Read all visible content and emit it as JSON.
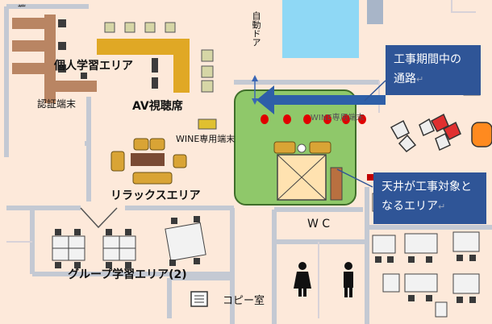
{
  "labels": {
    "personal_study_area": "個人学習エリア",
    "av_room": "AV視聴席",
    "auth_terminal": "認証端末",
    "wine_terminal": "WINE専用端末",
    "relax_area": "リラックスエリア",
    "group_study_area": "グループ学習エリア(2)",
    "wc": "W C",
    "copy_room": "コピー室",
    "auto_door": "自動ドア",
    "partial_top_left": "端",
    "partial_wine": "WINE専用端末"
  },
  "callouts": {
    "passage": {
      "line1": "工事期間中の",
      "line2": "通路",
      "mark": "↵"
    },
    "ceiling": {
      "line1": "天井が工事対象と",
      "line2": "なるエリア",
      "mark": "↵"
    }
  },
  "colors": {
    "floor": "#fde9da",
    "wall": "#c4c9d3",
    "water": "#8fd8f5",
    "construction_area": "#8fc86a",
    "construction_border": "#3f6e2a",
    "arrow": "#2e5fa8",
    "red_marker": "#e00000",
    "callout": "#2f5597",
    "av_desk": "#e0a825"
  }
}
